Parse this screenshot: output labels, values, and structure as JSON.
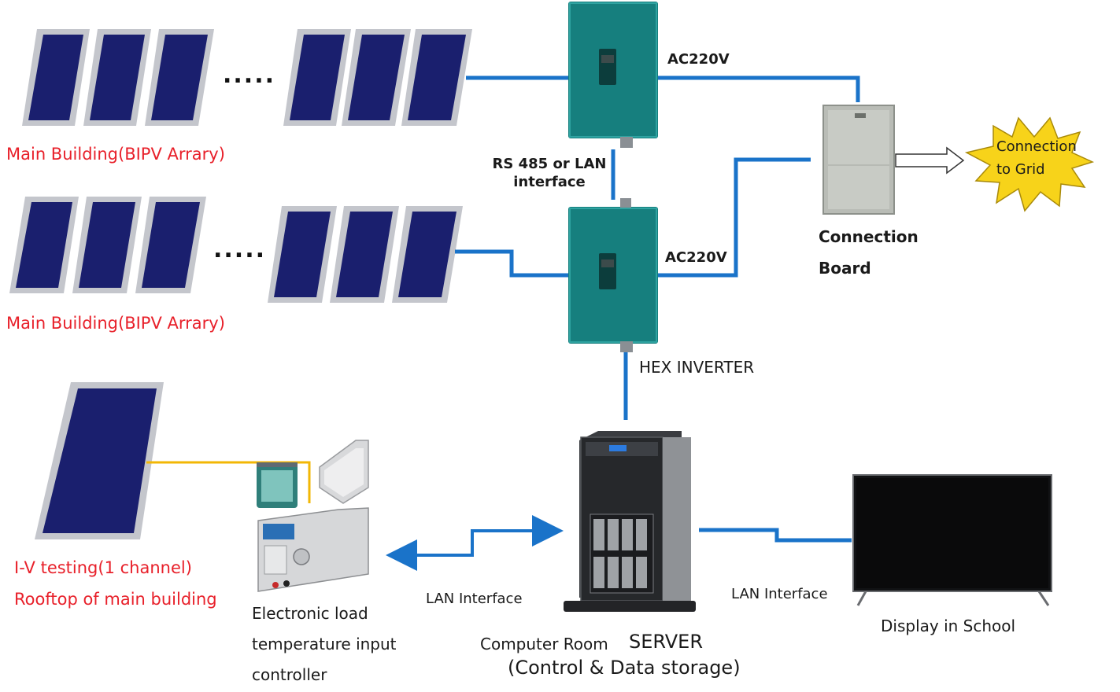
{
  "arrays": {
    "top_label": "Main Building(BIPV Arrary)",
    "middle_label": "Main Building(BIPV Arrary)",
    "ellipsis": "....."
  },
  "inverter": {
    "top_output": "AC220V",
    "bottom_output": "AC220V",
    "link_label_line1": "RS 485 or LAN",
    "link_label_line2": "interface",
    "name": "HEX INVERTER"
  },
  "connection_board": {
    "line1": "Connection",
    "line2": "Board"
  },
  "grid": {
    "line1": "Connection",
    "line2": "to Grid"
  },
  "iv_testing": {
    "line1": "I-V testing(1 channel)",
    "line2": "Rooftop of main building"
  },
  "electronic_load": {
    "line1": "Electronic load",
    "line2": "temperature input",
    "line3": "controller"
  },
  "server": {
    "line1_a": "Computer Room",
    "line1_b": "SERVER",
    "line2": "(Control & Data storage)",
    "lan_left": "LAN Interface",
    "lan_right": "LAN Interface"
  },
  "display": {
    "label": "Display in School"
  },
  "colors": {
    "cable": "#1a73c9",
    "sensor_cable": "#f2b705",
    "panel_frame": "#c4c6cc",
    "panel_cell": "#1a1f6e",
    "inverter_body": "#167f7e",
    "star": "#f7d31a",
    "label_red": "#e8202a"
  }
}
